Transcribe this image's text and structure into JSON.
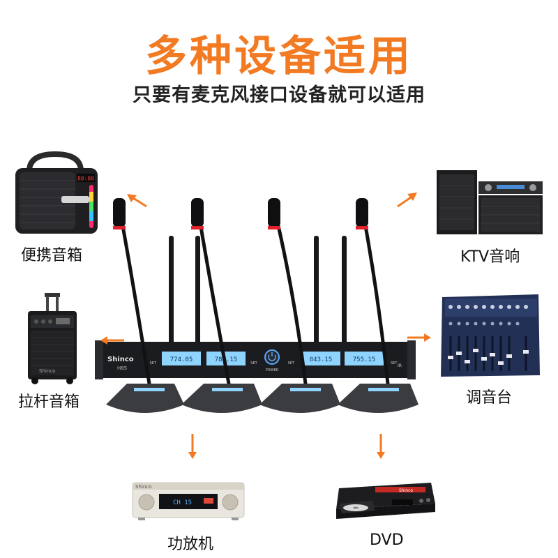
{
  "header": {
    "title": "多种设备适用",
    "subtitle": "只要有麦克风接口设备就可以适用"
  },
  "devices": {
    "portable_speaker": {
      "label": "便携音箱",
      "screen_text": "88:88"
    },
    "trolley_speaker": {
      "label": "拉杆音箱",
      "brand": "Shinco"
    },
    "ktv_audio": {
      "label": "KTV音响"
    },
    "mixer": {
      "label": "调音台"
    },
    "amplifier": {
      "label": "功放机",
      "brand": "Shinco"
    },
    "dvd": {
      "label": "DVD",
      "brand": "Shinco"
    }
  },
  "receiver": {
    "brand": "Shinco",
    "model": "H85",
    "power_label": "POWER",
    "set_label": "SET",
    "ir_label": "IR",
    "channels": [
      {
        "display": "774.05"
      },
      {
        "display": "785.15"
      },
      {
        "display": "843.15"
      },
      {
        "display": "755.15"
      }
    ]
  },
  "colors": {
    "accent": "#f27a22",
    "lcd": "#8fd4ff",
    "dark": "#1b1c1f",
    "mic_ring": "#e0202a"
  }
}
